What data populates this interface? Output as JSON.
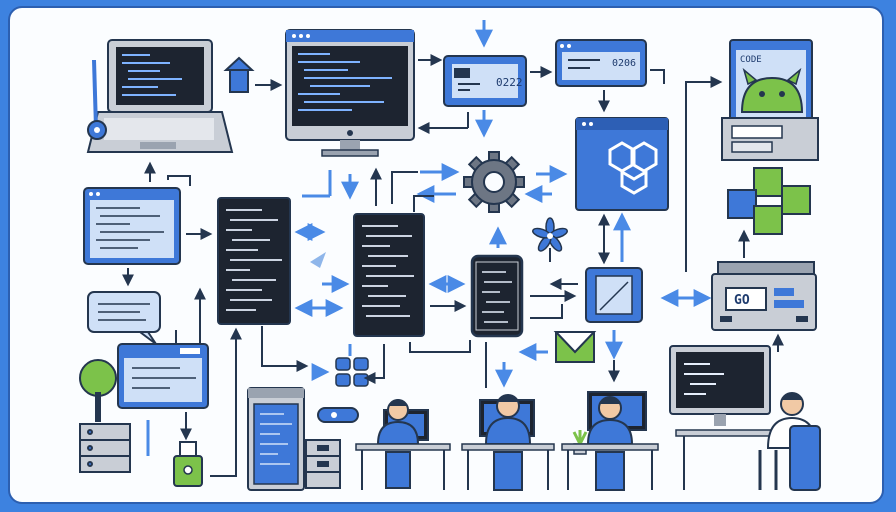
{
  "labels": {
    "code_screen": "CODE",
    "window_a_number": "0222",
    "window_b_number": "0206",
    "go_box": "GO"
  },
  "colors": {
    "background": "#3d82e0",
    "panel": "#fbfdff",
    "outline": "#24364f",
    "accent_blue": "#3e78d8",
    "light_blue": "#cfe0f7",
    "dark_screen": "#1d2430",
    "green": "#7cc24a",
    "gray": "#c9ced6"
  }
}
